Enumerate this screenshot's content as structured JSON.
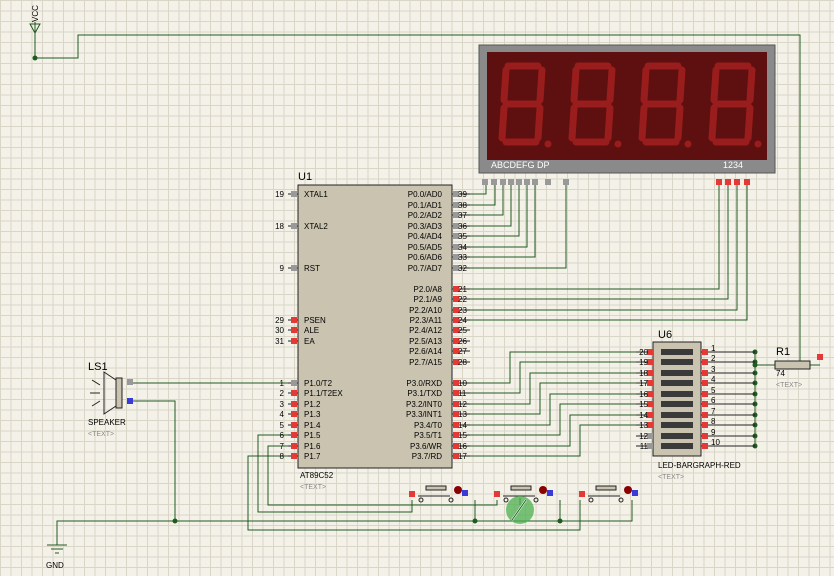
{
  "vcc": {
    "label": "VCC"
  },
  "gnd": {
    "label": "GND"
  },
  "mcu": {
    "ref": "U1",
    "part": "AT89C52",
    "text": "<TEXT>",
    "left_pins": [
      {
        "num": "19",
        "name": "XTAL1"
      },
      {
        "num": "18",
        "name": "XTAL2"
      },
      {
        "num": "9",
        "name": "RST"
      },
      {
        "num": "29",
        "name": "PSEN"
      },
      {
        "num": "30",
        "name": "ALE"
      },
      {
        "num": "31",
        "name": "EA"
      },
      {
        "num": "1",
        "name": "P1.0/T2"
      },
      {
        "num": "2",
        "name": "P1.1/T2EX"
      },
      {
        "num": "3",
        "name": "P1.2"
      },
      {
        "num": "4",
        "name": "P1.3"
      },
      {
        "num": "5",
        "name": "P1.4"
      },
      {
        "num": "6",
        "name": "P1.5"
      },
      {
        "num": "7",
        "name": "P1.6"
      },
      {
        "num": "8",
        "name": "P1.7"
      }
    ],
    "right_pins": [
      {
        "num": "39",
        "name": "P0.0/AD0"
      },
      {
        "num": "38",
        "name": "P0.1/AD1"
      },
      {
        "num": "37",
        "name": "P0.2/AD2"
      },
      {
        "num": "36",
        "name": "P0.3/AD3"
      },
      {
        "num": "35",
        "name": "P0.4/AD4"
      },
      {
        "num": "34",
        "name": "P0.5/AD5"
      },
      {
        "num": "33",
        "name": "P0.6/AD6"
      },
      {
        "num": "32",
        "name": "P0.7/AD7"
      },
      {
        "num": "21",
        "name": "P2.0/A8"
      },
      {
        "num": "22",
        "name": "P2.1/A9"
      },
      {
        "num": "23",
        "name": "P2.2/A10"
      },
      {
        "num": "24",
        "name": "P2.3/A11"
      },
      {
        "num": "25",
        "name": "P2.4/A12"
      },
      {
        "num": "26",
        "name": "P2.5/A13"
      },
      {
        "num": "27",
        "name": "P2.6/A14"
      },
      {
        "num": "28",
        "name": "P2.7/A15"
      },
      {
        "num": "10",
        "name": "P3.0/RXD"
      },
      {
        "num": "11",
        "name": "P3.1/TXD"
      },
      {
        "num": "12",
        "name": "P3.2/INT0"
      },
      {
        "num": "13",
        "name": "P3.3/INT1"
      },
      {
        "num": "14",
        "name": "P3.4/T0"
      },
      {
        "num": "15",
        "name": "P3.5/T1"
      },
      {
        "num": "16",
        "name": "P3.6/WR"
      },
      {
        "num": "17",
        "name": "P3.7/RD"
      }
    ]
  },
  "display": {
    "segments_label": "ABCDEFG  DP",
    "digits_label": "1234",
    "digit_count": 4
  },
  "speaker": {
    "ref": "LS1",
    "part": "SPEAKER",
    "text": "<TEXT>"
  },
  "bargraph": {
    "ref": "U6",
    "part": "LED-BARGRAPH-RED",
    "text": "<TEXT>",
    "left_pins": [
      "20",
      "19",
      "18",
      "17",
      "16",
      "15",
      "14",
      "13",
      "12",
      "11"
    ],
    "right_pins": [
      "1",
      "2",
      "3",
      "4",
      "5",
      "6",
      "7",
      "8",
      "9",
      "10"
    ]
  },
  "resistor": {
    "ref": "R1",
    "value": "74",
    "text": "<TEXT>"
  },
  "colors": {
    "wire": "#1f5a1f",
    "body": "#c9c3b0",
    "pin_red": "#e53935",
    "pin_blue": "#3a3ad8",
    "display": "#8f2020"
  }
}
